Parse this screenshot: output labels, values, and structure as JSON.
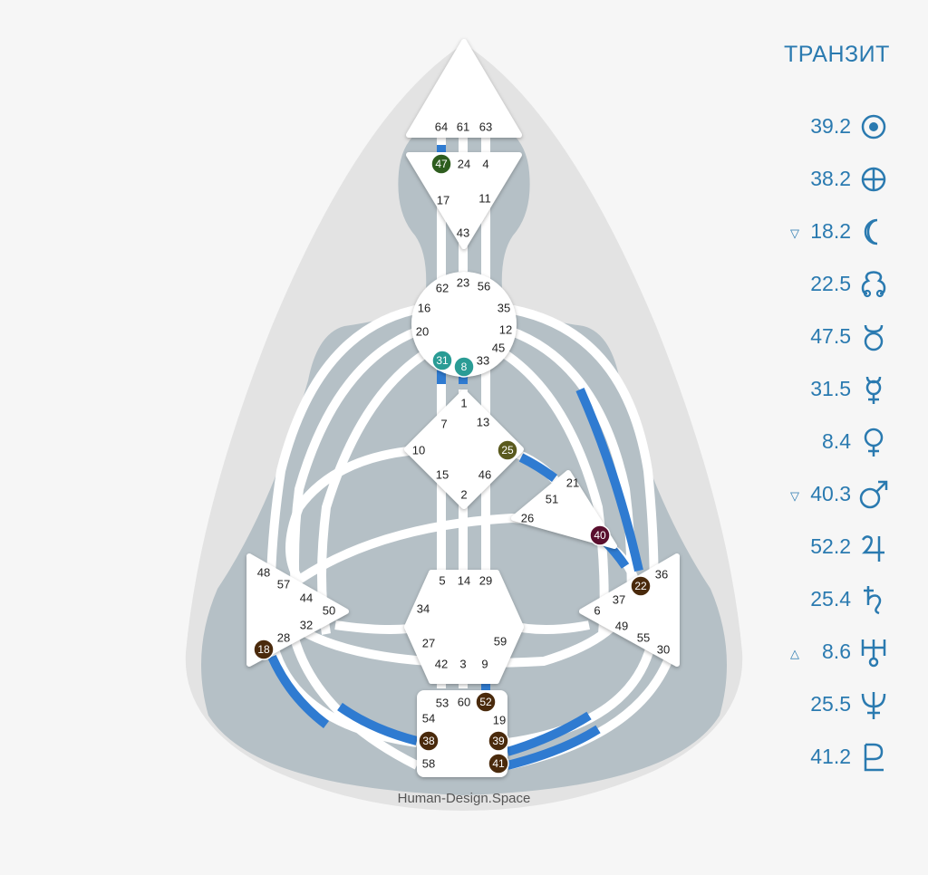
{
  "brand": "Human-Design.Space",
  "colors": {
    "channel_defined": "#2f7bd1",
    "channel_undefined": "#ffffff",
    "silhouette_outer": "#e3e3e3",
    "silhouette_inner": "#b5c0c6",
    "accent_text": "#2a7ab0"
  },
  "transit": {
    "title": "ТРАНЗИТ",
    "planets": [
      {
        "value": "39.2",
        "icon": "sun-icon",
        "arrow": ""
      },
      {
        "value": "38.2",
        "icon": "earth-icon",
        "arrow": ""
      },
      {
        "value": "18.2",
        "icon": "moon-icon",
        "arrow": "▽"
      },
      {
        "value": "22.5",
        "icon": "north-node-icon",
        "arrow": ""
      },
      {
        "value": "47.5",
        "icon": "south-node-icon",
        "arrow": ""
      },
      {
        "value": "31.5",
        "icon": "mercury-icon",
        "arrow": ""
      },
      {
        "value": "8.4",
        "icon": "venus-icon",
        "arrow": ""
      },
      {
        "value": "40.3",
        "icon": "mars-icon",
        "arrow": "▽"
      },
      {
        "value": "52.2",
        "icon": "jupiter-icon",
        "arrow": ""
      },
      {
        "value": "25.4",
        "icon": "saturn-icon",
        "arrow": ""
      },
      {
        "value": "8.6",
        "icon": "uranus-icon",
        "arrow": "△"
      },
      {
        "value": "25.5",
        "icon": "neptune-icon",
        "arrow": ""
      },
      {
        "value": "41.2",
        "icon": "pluto-icon",
        "arrow": ""
      }
    ]
  },
  "gates": [
    {
      "label": "64"
    },
    {
      "label": "61"
    },
    {
      "label": "63"
    },
    {
      "label": "47",
      "active": true,
      "color": "#2e5d1f"
    },
    {
      "label": "24"
    },
    {
      "label": "4"
    },
    {
      "label": "17"
    },
    {
      "label": "11"
    },
    {
      "label": "43"
    },
    {
      "label": "62"
    },
    {
      "label": "23"
    },
    {
      "label": "56"
    },
    {
      "label": "16"
    },
    {
      "label": "35"
    },
    {
      "label": "20"
    },
    {
      "label": "12"
    },
    {
      "label": "45"
    },
    {
      "label": "31",
      "active": true,
      "color": "#2a9c95"
    },
    {
      "label": "8",
      "active": true,
      "color": "#2a9c95"
    },
    {
      "label": "33"
    },
    {
      "label": "1"
    },
    {
      "label": "7"
    },
    {
      "label": "13"
    },
    {
      "label": "10"
    },
    {
      "label": "25",
      "active": true,
      "color": "#5a5a1e"
    },
    {
      "label": "15"
    },
    {
      "label": "46"
    },
    {
      "label": "2"
    },
    {
      "label": "21"
    },
    {
      "label": "51"
    },
    {
      "label": "26"
    },
    {
      "label": "40",
      "active": true,
      "color": "#5a0f2e"
    },
    {
      "label": "48"
    },
    {
      "label": "57"
    },
    {
      "label": "44"
    },
    {
      "label": "50"
    },
    {
      "label": "32"
    },
    {
      "label": "28"
    },
    {
      "label": "18",
      "active": true,
      "color": "#4a2a0c"
    },
    {
      "label": "5"
    },
    {
      "label": "14"
    },
    {
      "label": "29"
    },
    {
      "label": "34"
    },
    {
      "label": "27"
    },
    {
      "label": "59"
    },
    {
      "label": "42"
    },
    {
      "label": "3"
    },
    {
      "label": "9"
    },
    {
      "label": "36"
    },
    {
      "label": "22",
      "active": true,
      "color": "#4a2a0c"
    },
    {
      "label": "37"
    },
    {
      "label": "6"
    },
    {
      "label": "49"
    },
    {
      "label": "55"
    },
    {
      "label": "30"
    },
    {
      "label": "53"
    },
    {
      "label": "60"
    },
    {
      "label": "52",
      "active": true,
      "color": "#4a2a0c"
    },
    {
      "label": "54"
    },
    {
      "label": "19"
    },
    {
      "label": "38",
      "active": true,
      "color": "#4a2a0c"
    },
    {
      "label": "39",
      "active": true,
      "color": "#4a2a0c"
    },
    {
      "label": "58"
    },
    {
      "label": "41",
      "active": true,
      "color": "#4a2a0c"
    }
  ]
}
